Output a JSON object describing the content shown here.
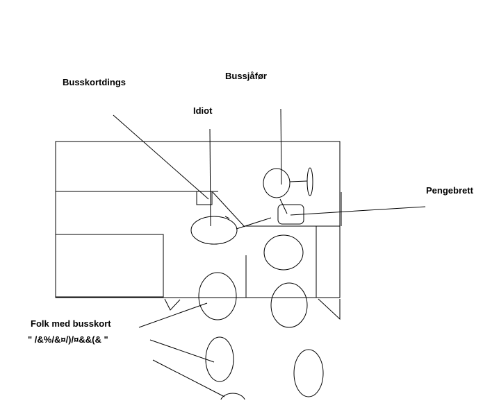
{
  "labels": {
    "busskortdings": "Busskortdings",
    "bussjafor": "Bussjåfør",
    "idiot": "Idiot",
    "pengebrett": "Pengebrett",
    "folk_med_busskort": "Folk med busskort",
    "gibberish": "\" /&%/&¤/)/¤&&(& \""
  },
  "colors": {
    "background": "#ffffff",
    "ink": "#000000"
  }
}
